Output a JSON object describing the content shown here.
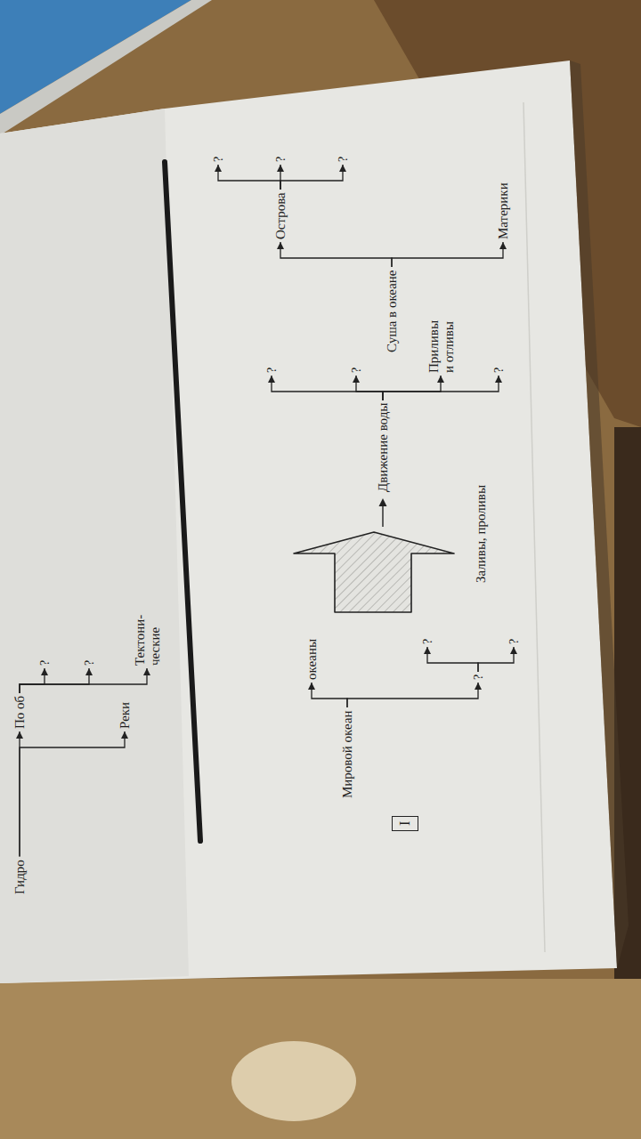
{
  "diagram": {
    "nodes": [
      {
        "text": [
          "I"
        ]
      },
      {
        "text": [
          "Мировой океан"
        ]
      },
      {
        "text": [
          "океаны"
        ]
      },
      {
        "text": [
          "?"
        ]
      },
      {
        "text": [
          "?"
        ]
      },
      {
        "text": [
          "?"
        ]
      },
      {
        "text": [
          "Заливы, проливы"
        ]
      },
      {
        "text": [
          "Движение воды"
        ]
      },
      {
        "text": [
          "?"
        ]
      },
      {
        "text": [
          "?"
        ]
      },
      {
        "text": [
          "Приливы и отливы"
        ]
      },
      {
        "text": [
          "?"
        ]
      },
      {
        "text": [
          "Суша в океане"
        ]
      },
      {
        "text": [
          "Материки"
        ]
      },
      {
        "text": [
          "Острова"
        ]
      },
      {
        "text": [
          "?"
        ]
      },
      {
        "text": [
          "?"
        ]
      },
      {
        "text": [
          "?"
        ]
      },
      {
        "text": [
          "Гидро"
        ]
      },
      {
        "text": [
          "Реки"
        ]
      },
      {
        "text": [
          "По об"
        ]
      },
      {
        "text": [
          "Тектони- ческие"
        ]
      },
      {
        "text": [
          "?"
        ]
      },
      {
        "text": [
          "?"
        ]
      }
    ],
    "edges": [
      {
        "from": 1,
        "to": 2,
        "arrow": "to"
      },
      {
        "from": 1,
        "to": 3,
        "arrow": "to"
      },
      {
        "from": 3,
        "to": 4,
        "arrow": "to"
      },
      {
        "from": 3,
        "to": 5,
        "arrow": "to"
      },
      {
        "from": 7,
        "to": 8,
        "arrow": "to"
      },
      {
        "from": 7,
        "to": 9,
        "arrow": "to"
      },
      {
        "from": 7,
        "to": 10,
        "arrow": "to"
      },
      {
        "from": 7,
        "to": 11,
        "arrow": "to"
      },
      {
        "from": 12,
        "to": 13,
        "arrow": "to"
      },
      {
        "from": 12,
        "to": 14,
        "arrow": "to"
      },
      {
        "from": 14,
        "to": 15,
        "arrow": "to"
      },
      {
        "from": 14,
        "to": 16,
        "arrow": "to"
      },
      {
        "from": 14,
        "to": 17,
        "arrow": "to"
      },
      {
        "from": 18,
        "to": 19,
        "arrow": "to"
      },
      {
        "from": 18,
        "to": 20,
        "arrow": "to"
      },
      {
        "from": 20,
        "to": 21,
        "arrow": "to"
      },
      {
        "from": 20,
        "to": 22,
        "arrow": "to"
      },
      {
        "from": 20,
        "to": 23,
        "arrow": "to"
      }
    ]
  }
}
